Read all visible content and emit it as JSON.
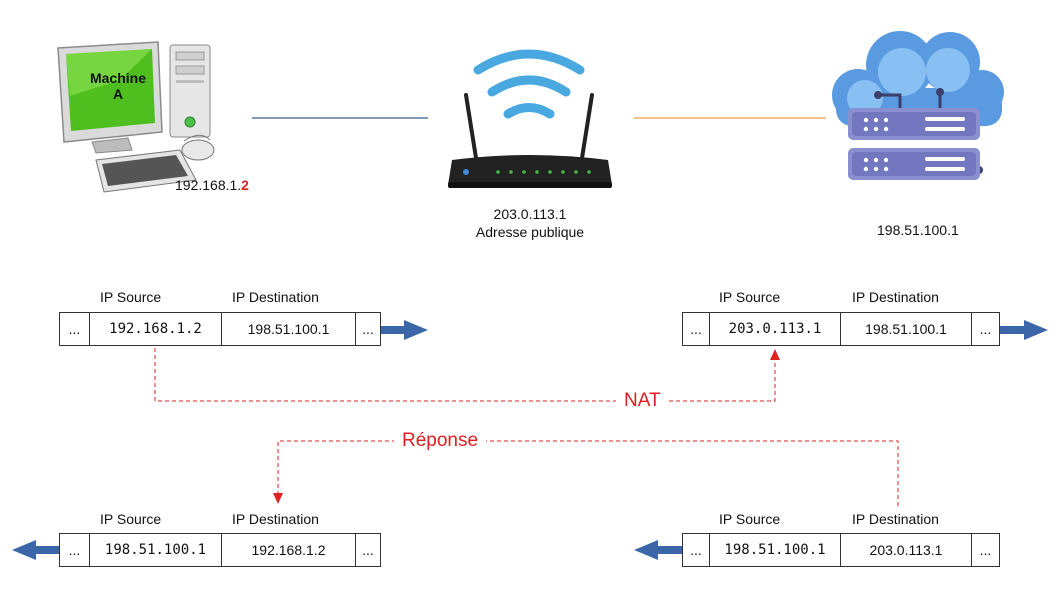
{
  "devices": {
    "machine": {
      "screen_label_line1": "Machine",
      "screen_label_line2": "A",
      "ip_prefix": "192.168.1.",
      "ip_suffix": "2",
      "ip_suffix_color": "#e02020"
    },
    "router": {
      "ip": "203.0.113.1",
      "caption": "Adresse publique"
    },
    "server": {
      "ip": "198.51.100.1"
    }
  },
  "headers": {
    "src": "IP Source",
    "dst": "IP Destination"
  },
  "packets": [
    {
      "ellipsis_left": "...",
      "src": "192.168.1.2",
      "dst": "198.51.100.1",
      "ellipsis_right": "...",
      "arrow": "right"
    },
    {
      "ellipsis_left": "...",
      "src": "203.0.113.1",
      "dst": "198.51.100.1",
      "ellipsis_right": "...",
      "arrow": "right"
    },
    {
      "ellipsis_left": "...",
      "src": "198.51.100.1",
      "dst": "192.168.1.2",
      "ellipsis_right": "...",
      "arrow": "left"
    },
    {
      "ellipsis_left": "...",
      "src": "198.51.100.1",
      "dst": "203.0.113.1",
      "ellipsis_right": "...",
      "arrow": "left"
    }
  ],
  "flows": {
    "nat_label": "NAT",
    "response_label": "Réponse"
  },
  "colors": {
    "link_lan": "#3a5a8c",
    "link_wan": "#e8a04a",
    "arrow_blue": "#3b67a8",
    "flow_red": "#e02020"
  },
  "icons": {
    "machine": "desktop-computer-icon",
    "router": "wifi-router-icon",
    "server": "cloud-server-icon"
  }
}
